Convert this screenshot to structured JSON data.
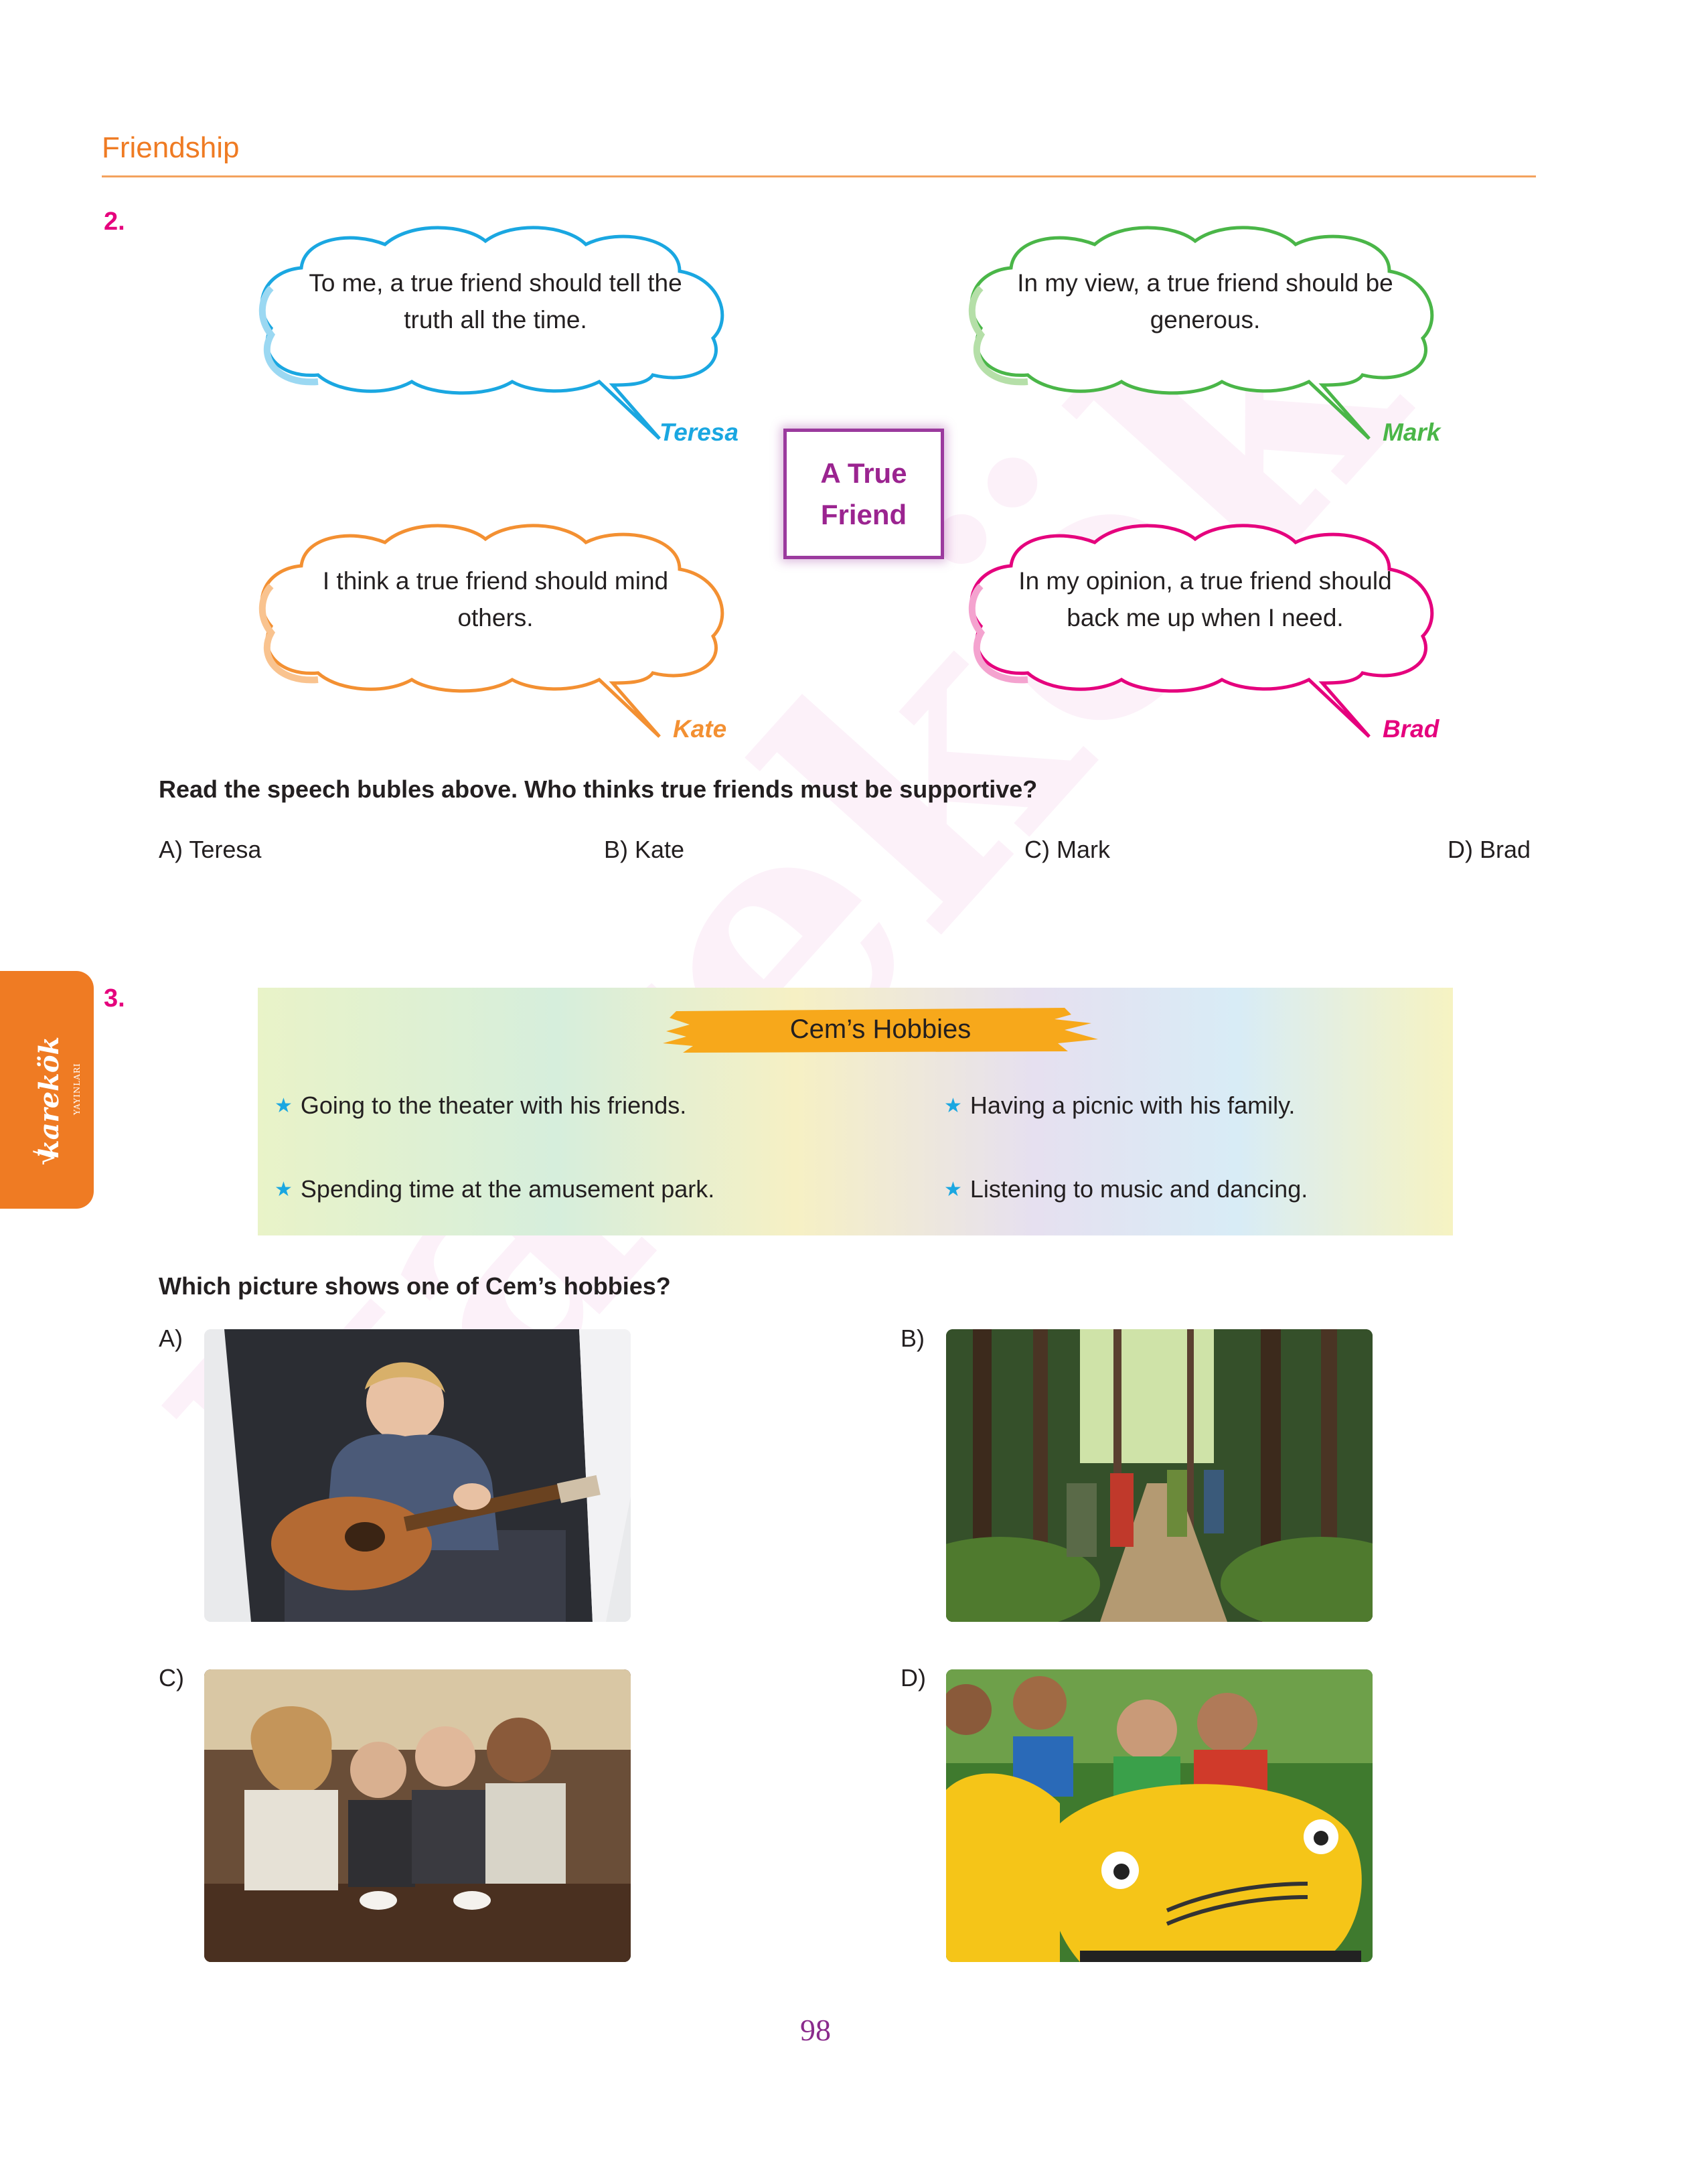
{
  "header": {
    "title": "Friendship"
  },
  "q2": {
    "number": "2.",
    "bubbles": [
      {
        "text": "To me, a true friend should tell the truth all the time.",
        "speaker": "Teresa",
        "color": "#1aa7e1"
      },
      {
        "text": "In my view, a true friend should be generous.",
        "speaker": "Mark",
        "color": "#4ab648"
      },
      {
        "text": "I think a true friend should mind others.",
        "speaker": "Kate",
        "color": "#f39032"
      },
      {
        "text": "In my opinion,  a true friend should back me up when I need.",
        "speaker": "Brad",
        "color": "#e5007d"
      }
    ],
    "center_label": "A True Friend",
    "question": "Read the speech bubles above. Who thinks true friends must be supportive?",
    "options": [
      "A) Teresa",
      "B) Kate",
      "C) Mark",
      "D) Brad"
    ]
  },
  "q3": {
    "number": "3.",
    "box_title": "Cem’s Hobbies",
    "hobbies": [
      "Going to the theater with his friends.",
      "Having a picnic with his family.",
      "Spending time at the amusement park.",
      "Listening to music and dancing."
    ],
    "question": "Which picture shows one of Cem’s hobbies?",
    "options": [
      "A)",
      "B)",
      "C)",
      "D)"
    ]
  },
  "side_tab": {
    "brand": "karekök",
    "sub": "YAYINLARI"
  },
  "watermark": "karekök",
  "page_number": "98",
  "colors": {
    "accent_orange": "#ef7b23",
    "question_number": "#e5007d",
    "purple": "#9b2490",
    "star": "#1aa7e1"
  }
}
